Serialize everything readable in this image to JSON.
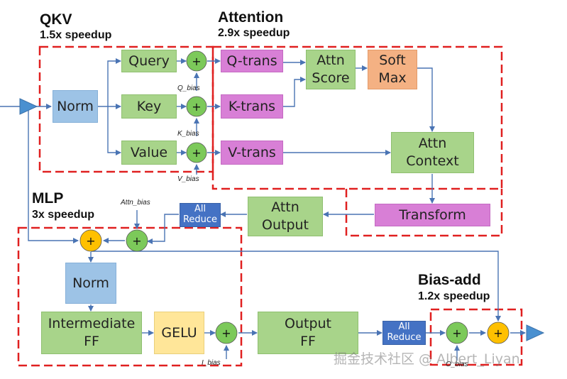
{
  "sections": {
    "qkv": {
      "title": "QKV",
      "speedup": "1.5x speedup"
    },
    "attention": {
      "title": "Attention",
      "speedup": "2.9x speedup"
    },
    "mlp": {
      "title": "MLP",
      "speedup": "3x speedup"
    },
    "bias_add": {
      "title": "Bias-add",
      "speedup": "1.2x speedup"
    }
  },
  "blocks": {
    "norm_qkv": "Norm",
    "query": "Query",
    "key": "Key",
    "value": "Value",
    "q_trans": "Q-trans",
    "k_trans": "K-trans",
    "v_trans": "V-trans",
    "attn_score_1": "Attn",
    "attn_score_2": "Score",
    "softmax_1": "Soft",
    "softmax_2": "Max",
    "attn_context_1": "Attn",
    "attn_context_2": "Context",
    "transform": "Transform",
    "attn_output_1": "Attn",
    "attn_output_2": "Output",
    "all_reduce_1_a": "All",
    "all_reduce_1_b": "Reduce",
    "norm_mlp": "Norm",
    "intermediate_ff_1": "Intermediate",
    "intermediate_ff_2": "FF",
    "gelu": "GELU",
    "output_ff_1": "Output",
    "output_ff_2": "FF",
    "all_reduce_2_a": "All",
    "all_reduce_2_b": "Reduce"
  },
  "operators": {
    "plus": "+"
  },
  "biases": {
    "q_bias": "Q_bias",
    "k_bias": "K_bias",
    "v_bias": "V_bias",
    "attn_bias": "Attn_bias",
    "i_bias": "I_bias",
    "o_bias": "O_bias"
  },
  "watermark": "掘金技术社区 @ Albert_Liyan",
  "colors": {
    "green_block": "#a8d48a",
    "blue_block": "#9dc3e6",
    "pink_block": "#d87fd6",
    "orange_block": "#f4b183",
    "yellow_block": "#ffe699",
    "all_reduce": "#4472c4",
    "plus_green": "#7cc95a",
    "plus_orange": "#ffc000",
    "arrow": "#4a74b4",
    "dash_border": "#e02020"
  }
}
